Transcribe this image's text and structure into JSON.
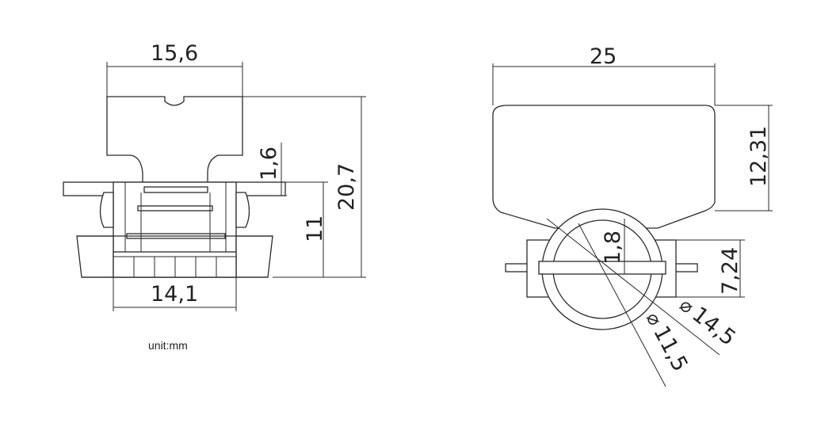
{
  "dimensions": {
    "front_top_width": "15,6",
    "front_bottom_width": "14,1",
    "front_height_total": "20,7",
    "front_height_body": "11",
    "front_flange": "1,6",
    "side_width": "25",
    "side_label_height": "12,31",
    "side_flange_height": "7,24",
    "side_slot": "1,8",
    "side_outer_diameter": "14,5",
    "side_inner_diameter": "11,5"
  },
  "diameter_symbol": "⌀",
  "unit_label": "unit:mm"
}
